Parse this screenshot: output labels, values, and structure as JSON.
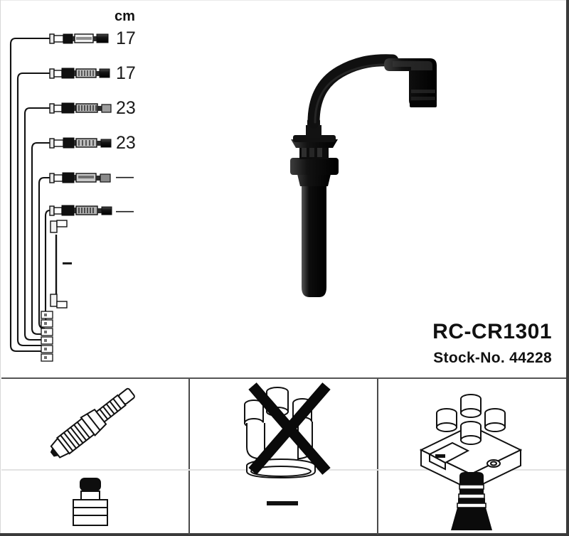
{
  "document": {
    "type": "automotive-parts-catalog-illustration",
    "product_code": "RC-CR1301",
    "stock_label": "Stock-No. 44228"
  },
  "length_table": {
    "unit_header": "cm",
    "rows": [
      {
        "index": 1,
        "length": "17"
      },
      {
        "index": 2,
        "length": "17"
      },
      {
        "index": 3,
        "length": "23"
      },
      {
        "index": 4,
        "length": "23"
      },
      {
        "index": 5,
        "length": "—"
      },
      {
        "index": 6,
        "length": "—"
      },
      {
        "index": 7,
        "length": "—"
      }
    ]
  },
  "panels": {
    "spark_plug": {
      "name": "spark-plug",
      "sub_label": "—"
    },
    "distributor_cap": {
      "name": "distributor-cap",
      "excluded": true,
      "sub_label": "—"
    },
    "ignition_coil": {
      "name": "ignition-coil-pack",
      "towers": 4,
      "sub_label": "—"
    }
  },
  "colors": {
    "ink": "#111111",
    "frame": "#3a3a3a",
    "divider": "#4a4a4a",
    "soft_divider": "#e2e2e2",
    "boot_black": "#1a1a1a",
    "metal_gray": "#9a9a9a",
    "paper": "#ffffff"
  }
}
